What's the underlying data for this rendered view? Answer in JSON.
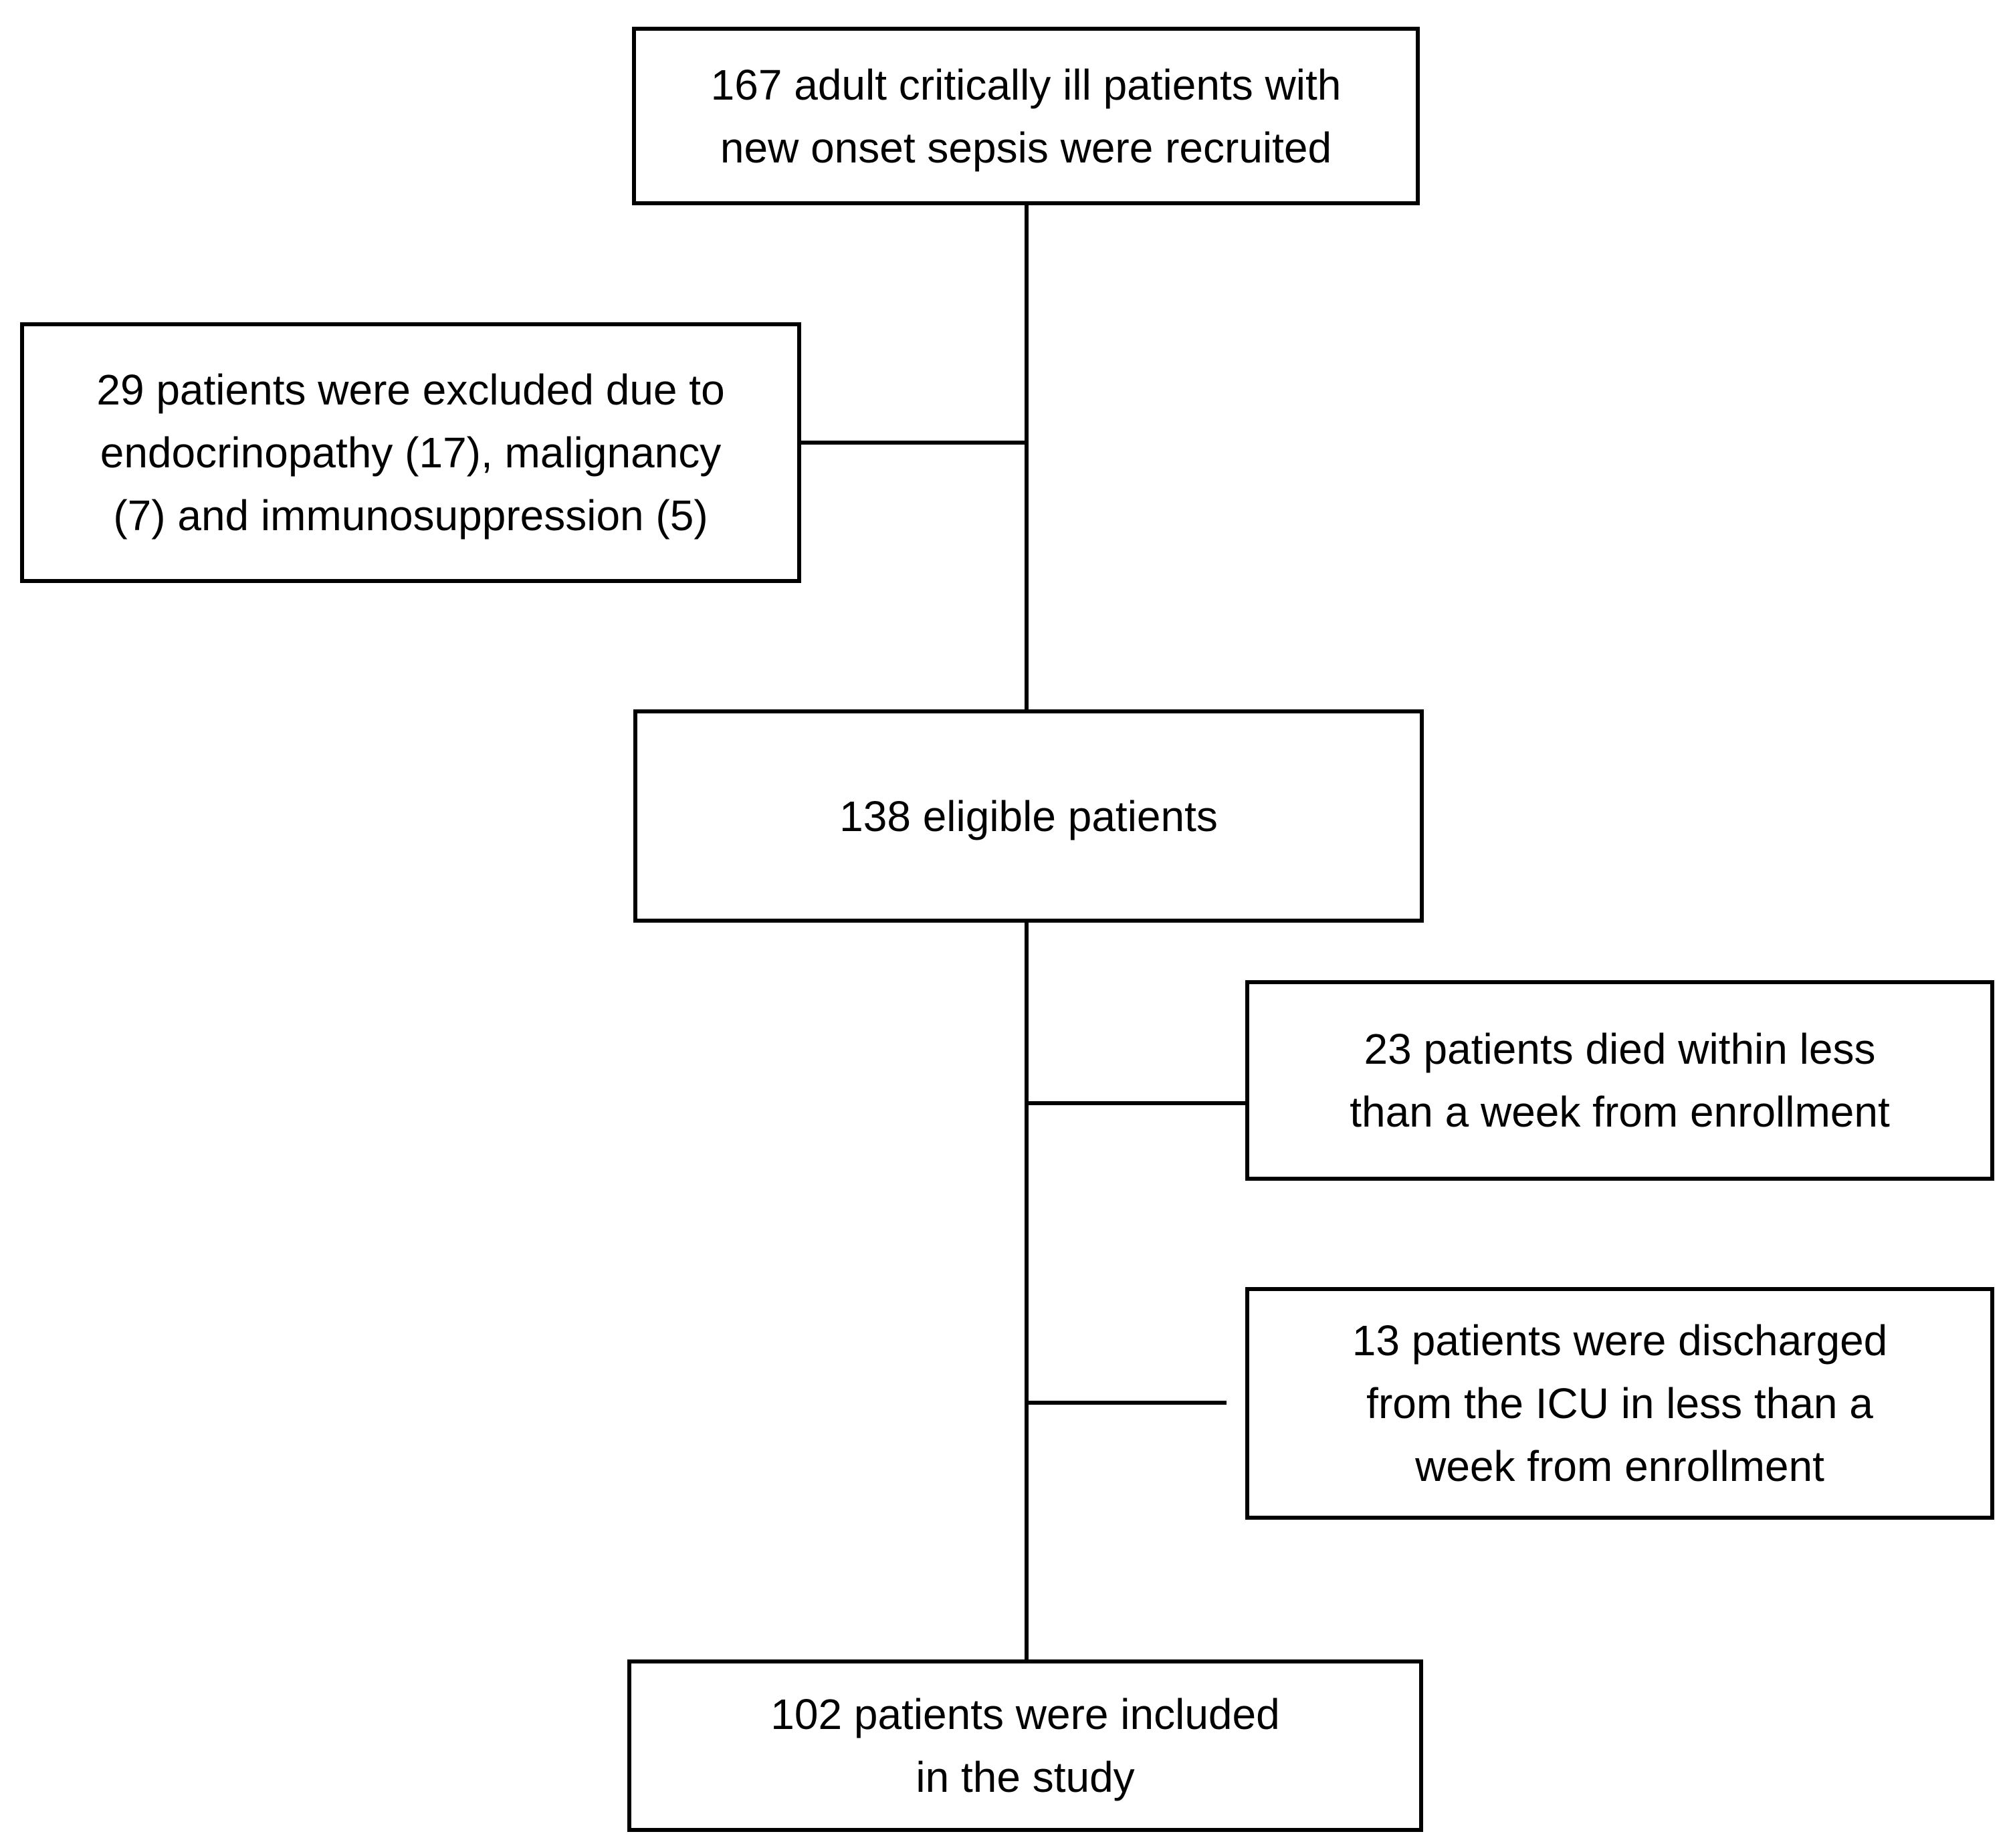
{
  "diagram": {
    "type": "flowchart",
    "background_color": "#ffffff",
    "box_border_color": "#000000",
    "text_color": "#000000",
    "nodes": {
      "recruited": {
        "text": "167 adult critically ill patients with\nnew onset sepsis were recruited"
      },
      "excluded": {
        "text": "29 patients were excluded due to\nendocrinopathy (17), malignancy\n(7) and immunosuppression (5)"
      },
      "eligible": {
        "text": "138 eligible patients"
      },
      "died": {
        "text": "23 patients died within less\nthan a week from enrollment"
      },
      "discharged": {
        "text": "13 patients were discharged\nfrom the ICU in less than a\nweek from enrollment"
      },
      "included": {
        "text": "102 patients were included\nin the study"
      }
    }
  }
}
